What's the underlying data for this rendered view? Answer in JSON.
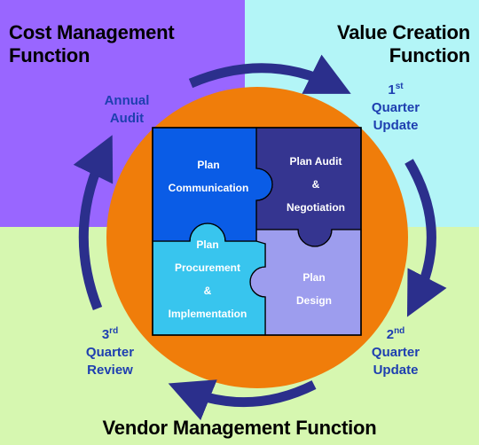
{
  "headings": {
    "cost": [
      "Cost Management",
      "Function"
    ],
    "value": [
      "Value Creation",
      "Function"
    ],
    "vendor": "Vendor Management Function"
  },
  "cycle": {
    "annual": [
      "Annual",
      "Audit"
    ],
    "q1": {
      "num": "1",
      "suffix": "st",
      "lines": [
        "Quarter",
        "Update"
      ]
    },
    "q2": {
      "num": "2",
      "suffix": "nd",
      "lines": [
        "Quarter",
        "Update"
      ]
    },
    "q3": {
      "num": "3",
      "suffix": "rd",
      "lines": [
        "Quarter",
        "Review"
      ]
    }
  },
  "pieces": {
    "communication": [
      "Plan",
      "Communication"
    ],
    "audit": [
      "Plan Audit",
      "&",
      "Negotiation"
    ],
    "procurement": [
      "Plan",
      "Procurement",
      "&",
      "Implementation"
    ],
    "design": [
      "Plan",
      "Design"
    ]
  },
  "colors": {
    "cost_bg": "#9966ff",
    "value_bg": "#b3f5f7",
    "vendor_bg": "#d6f7b0",
    "circle": "#f07d0a",
    "arrow": "#2b2f8c",
    "cycle_text": "#1e3fb0",
    "piece_communication": "#0a5ce6",
    "piece_audit": "#353590",
    "piece_procurement": "#38c5ee",
    "piece_design": "#9d9dee"
  }
}
